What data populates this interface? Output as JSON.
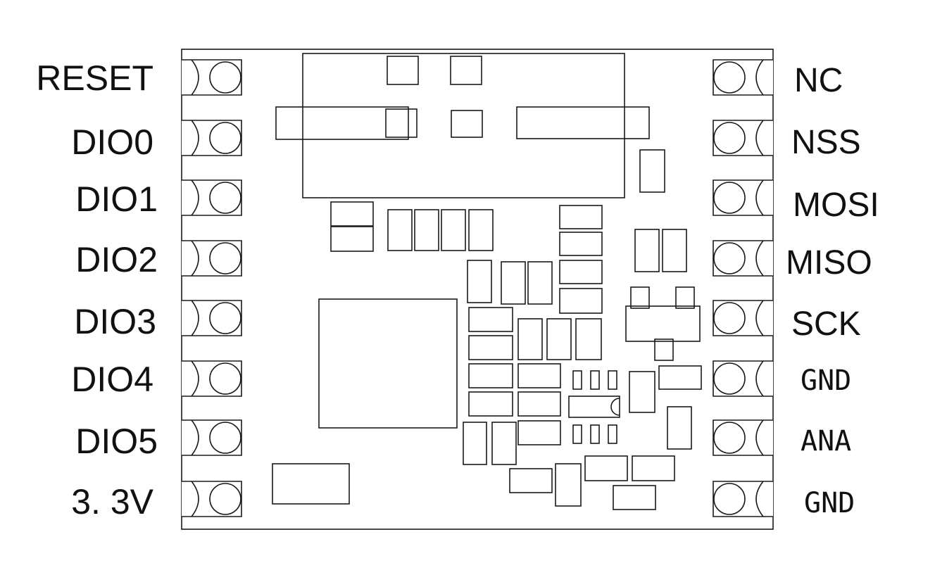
{
  "diagram": {
    "component": "pcb-module-pinout",
    "colors": {
      "line": "#1a1a1a",
      "background": "#ffffff",
      "text": "#111111"
    },
    "left_pins": [
      "RESET",
      "DIO0",
      "DIO1",
      "DIO2",
      "DIO3",
      "DIO4",
      "DIO5",
      "3. 3V"
    ],
    "right_pins": [
      "NC",
      "NSS",
      "MOSI",
      "MISO",
      "SCK",
      "GND",
      "ANA",
      "GND"
    ]
  }
}
